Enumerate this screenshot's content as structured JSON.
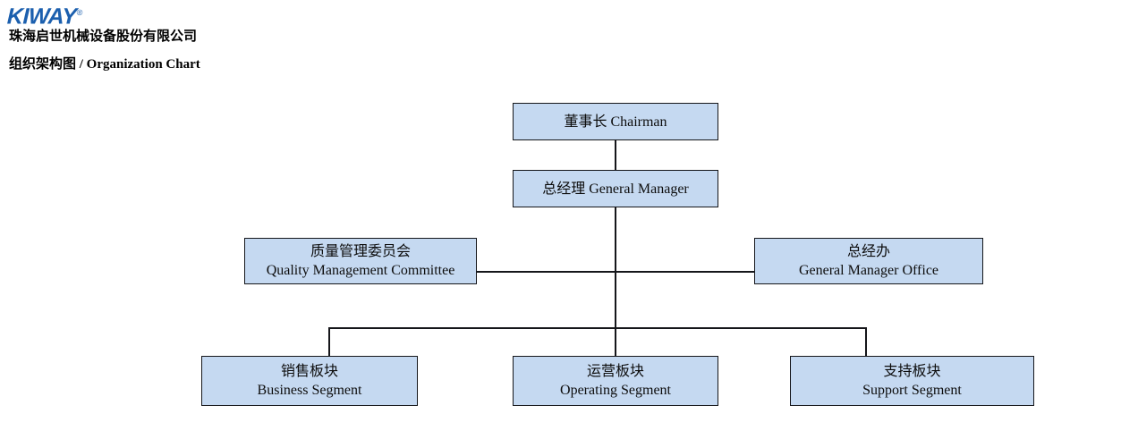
{
  "header": {
    "logo_text": "KIWAY",
    "logo_mark": "®",
    "company_name": "珠海启世机械设备股份有限公司",
    "chart_title": "组织架构图 / Organization Chart",
    "brand_color": "#1b5fae"
  },
  "style": {
    "node_fill": "#c5d9f1",
    "node_border": "#15161a",
    "connector_color": "#15161a",
    "text_color": "#0d0d0d"
  },
  "nodes": {
    "chairman": {
      "zh": "董事长 Chairman",
      "en": "",
      "single_line": "董事长 Chairman"
    },
    "general_manager": {
      "single_line": "总经理 General Manager"
    },
    "quality_committee": {
      "zh": "质量管理委员会",
      "en": "Quality Management Committee"
    },
    "gm_office": {
      "zh": "总经办",
      "en": "General Manager Office"
    },
    "business_segment": {
      "zh": "销售板块",
      "en": "Business Segment"
    },
    "operating_segment": {
      "zh": "运营板块",
      "en": "Operating Segment"
    },
    "support_segment": {
      "zh": "支持板块",
      "en": "Support Segment"
    }
  }
}
